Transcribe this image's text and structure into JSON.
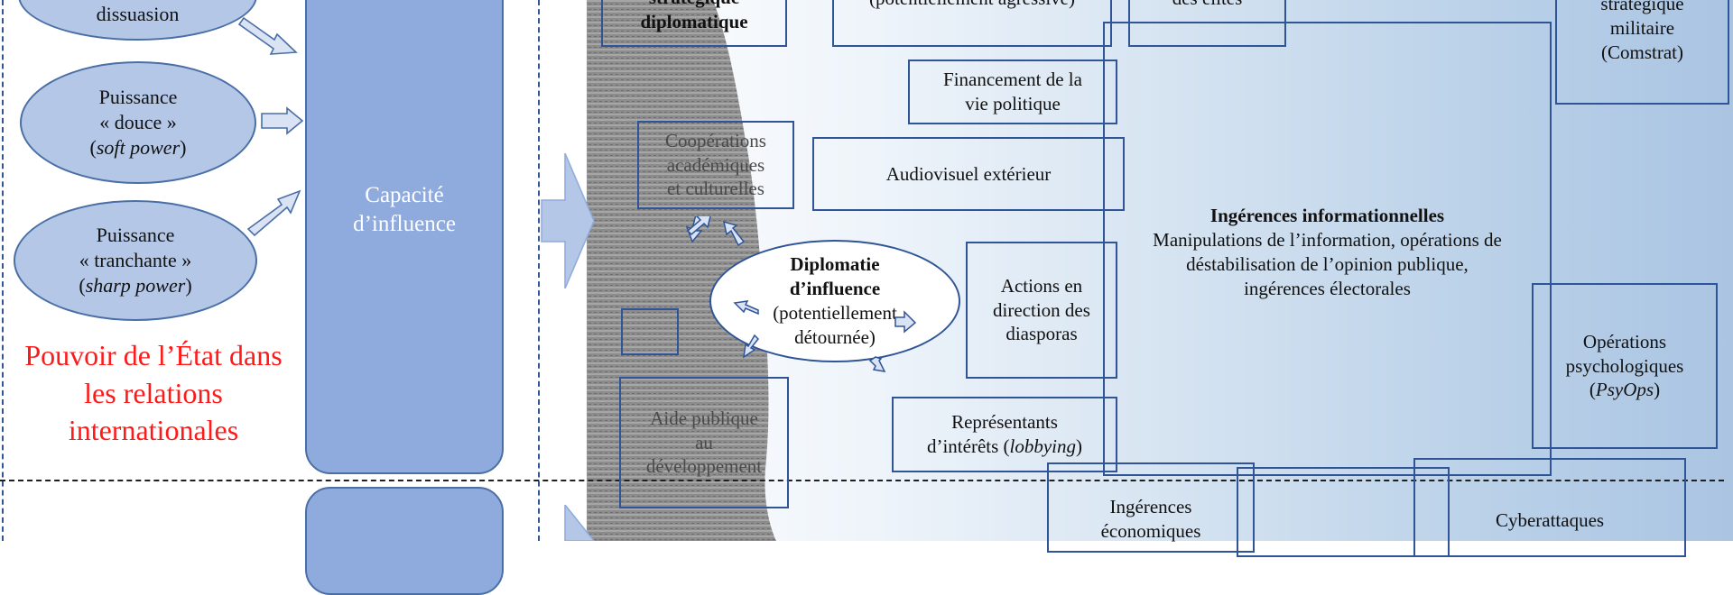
{
  "left": {
    "top_ellipse_partial": "dissuasion",
    "soft_power": {
      "line1": "Puissance",
      "line2": "« douce »",
      "open": "(",
      "italic": "soft power",
      "close": ")"
    },
    "sharp_power": {
      "line1": "Puissance",
      "line2": "« tranchante »",
      "open": "(",
      "italic": "sharp power",
      "close": ")"
    },
    "state_power_title": "Pouvoir de l’État dans les relations internationales"
  },
  "pillar": {
    "line1": "Capacité",
    "line2": "d’influence"
  },
  "boxes": {
    "communication_diplomatique": {
      "line1": "stratégique",
      "line2": "diplomatique"
    },
    "diplomatie_agressive": "(potentiellement agressive)",
    "elites": "des élites",
    "financement": {
      "line1": "Financement de la",
      "line2": "vie politique"
    },
    "cooperations": {
      "line1": "Coopérations",
      "line2": "académiques",
      "line3": "et culturelles"
    },
    "audiovisuel": "Audiovisuel extérieur",
    "diaspora": {
      "line1": "Actions en",
      "line2": "direction des",
      "line3": "diasporas"
    },
    "aide_publique": {
      "line1": "Aide publique",
      "line2": "au",
      "line3": "développement"
    },
    "lobbying": {
      "line1": "Représentants",
      "line2": "d’intérêts (",
      "italic": "lobbying",
      "close": ")"
    },
    "comstrat": {
      "line1": "stratégique",
      "line2": "militaire",
      "line3": "(Comstrat)"
    },
    "psyops": {
      "line1": "Opérations",
      "line2": "psychologiques",
      "open": "(",
      "italic": "PsyOps",
      "close": ")"
    },
    "ingerences_eco": {
      "line1": "Ingérences",
      "line2": "économiques"
    },
    "cyberattaques": "Cyberattaques"
  },
  "diplomatie_influence": {
    "title1": "Diplomatie",
    "title2": "d’influence",
    "sub1": "(potentiellement",
    "sub2": "détournée)"
  },
  "ingerences_info": {
    "title": "Ingérences informationnelles",
    "line1": "Manipulations de l’information, opérations de",
    "line2": "déstabilisation de l’opinion publique,",
    "line3": "ingérences électorales"
  },
  "colors": {
    "accent_blue": "#2f5597",
    "ellipse_fill": "#b4c7e7",
    "pillar_fill": "#8faadc",
    "title_red": "#ff1a1a"
  }
}
